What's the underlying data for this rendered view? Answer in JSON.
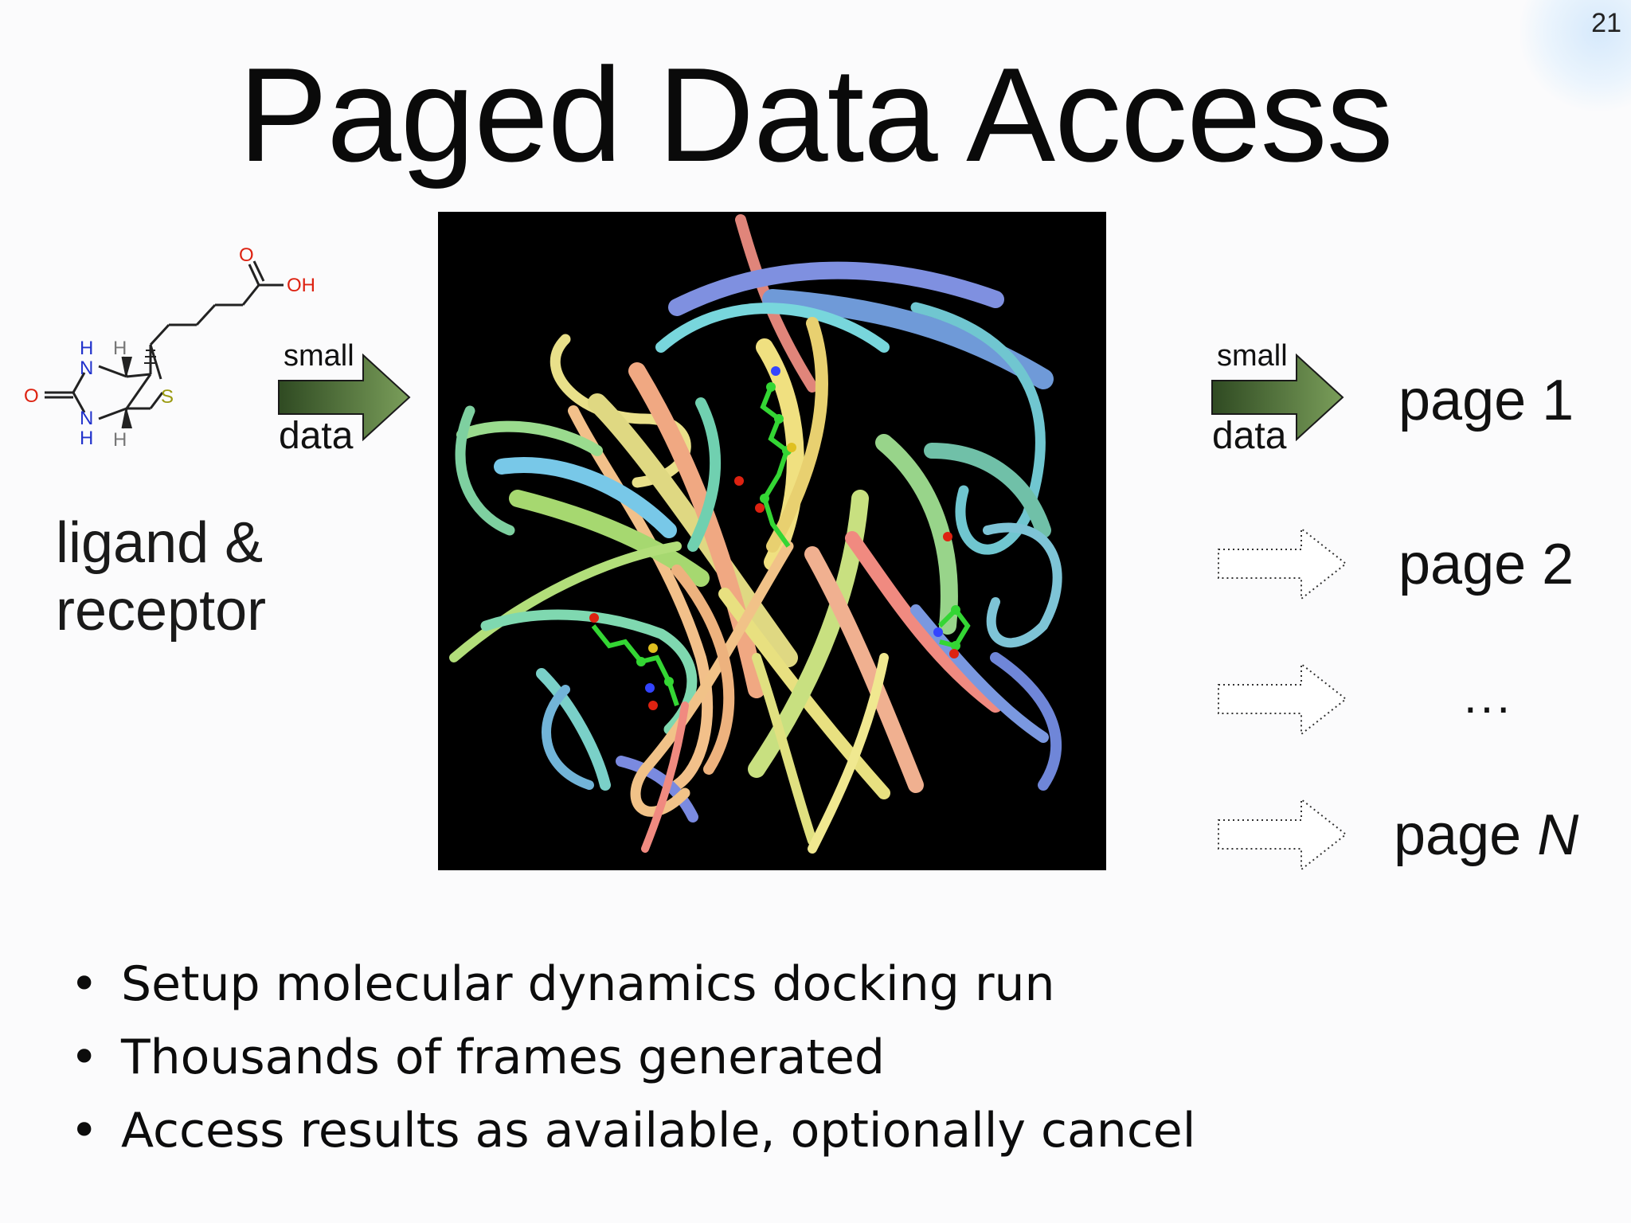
{
  "slide": {
    "number": "21",
    "title": "Paged Data Access"
  },
  "ligand": {
    "atoms": {
      "oxygen_top": "O",
      "hydroxyl": "OH",
      "oxygen_left": "O",
      "nitrogen": "N",
      "hydrogen": "H",
      "sulfur": "S"
    },
    "label_line1": "ligand &",
    "label_line2": "receptor"
  },
  "arrows": {
    "left": {
      "top": "small",
      "bottom": "data"
    },
    "right": {
      "top": "small",
      "bottom": "data"
    }
  },
  "pages": [
    {
      "label": "page 1"
    },
    {
      "label": "page 2"
    },
    {
      "label": "..."
    },
    {
      "label_prefix": "page ",
      "label_suffix": "N"
    }
  ],
  "bullets": [
    "Setup molecular dynamics docking run",
    "Thousands of frames generated",
    "Access results as available, optionally cancel"
  ],
  "colors": {
    "arrow_dark": "#2f4a22",
    "arrow_light": "#7a9e5a",
    "protein_bg": "#000000",
    "atom_nitrogen": "#2233cc",
    "atom_oxygen": "#dd2211",
    "atom_sulfur": "#9a9a10"
  }
}
